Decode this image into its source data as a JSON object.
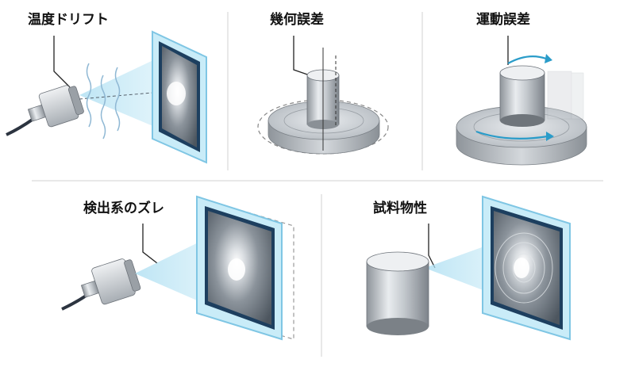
{
  "labels": {
    "p1": "温度ドリフト",
    "p2": "幾何誤差",
    "p3": "運動誤差",
    "p4": "検出系のズレ",
    "p5": "試料物性"
  },
  "colors": {
    "frame": "#9fd3ea",
    "frame_dark": "#2e5f86",
    "beam": "#bfe6f5",
    "metal": "#b9bec3",
    "arrow": "#2a9cc9",
    "divider": "#d9d9d9"
  }
}
